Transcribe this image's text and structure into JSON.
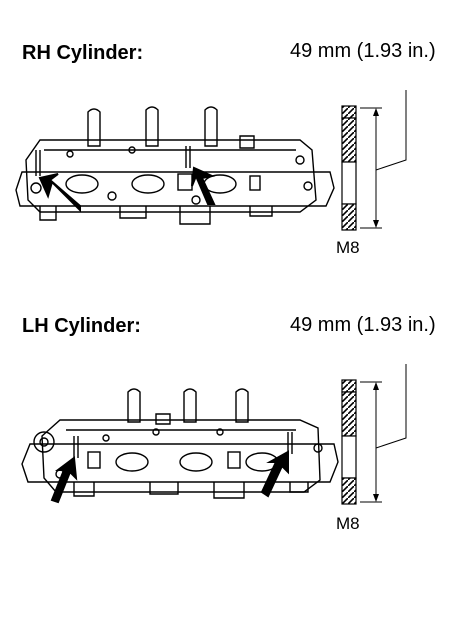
{
  "sections": [
    {
      "title": "RH Cylinder:",
      "dimension": "49 mm (1.93 in.)",
      "bolt_size": "M8",
      "arrow_icon": "arrow-pointing-icon"
    },
    {
      "title": "LH Cylinder:",
      "dimension": "49 mm (1.93 in.)",
      "bolt_size": "M8",
      "arrow_icon": "arrow-pointing-icon"
    }
  ]
}
